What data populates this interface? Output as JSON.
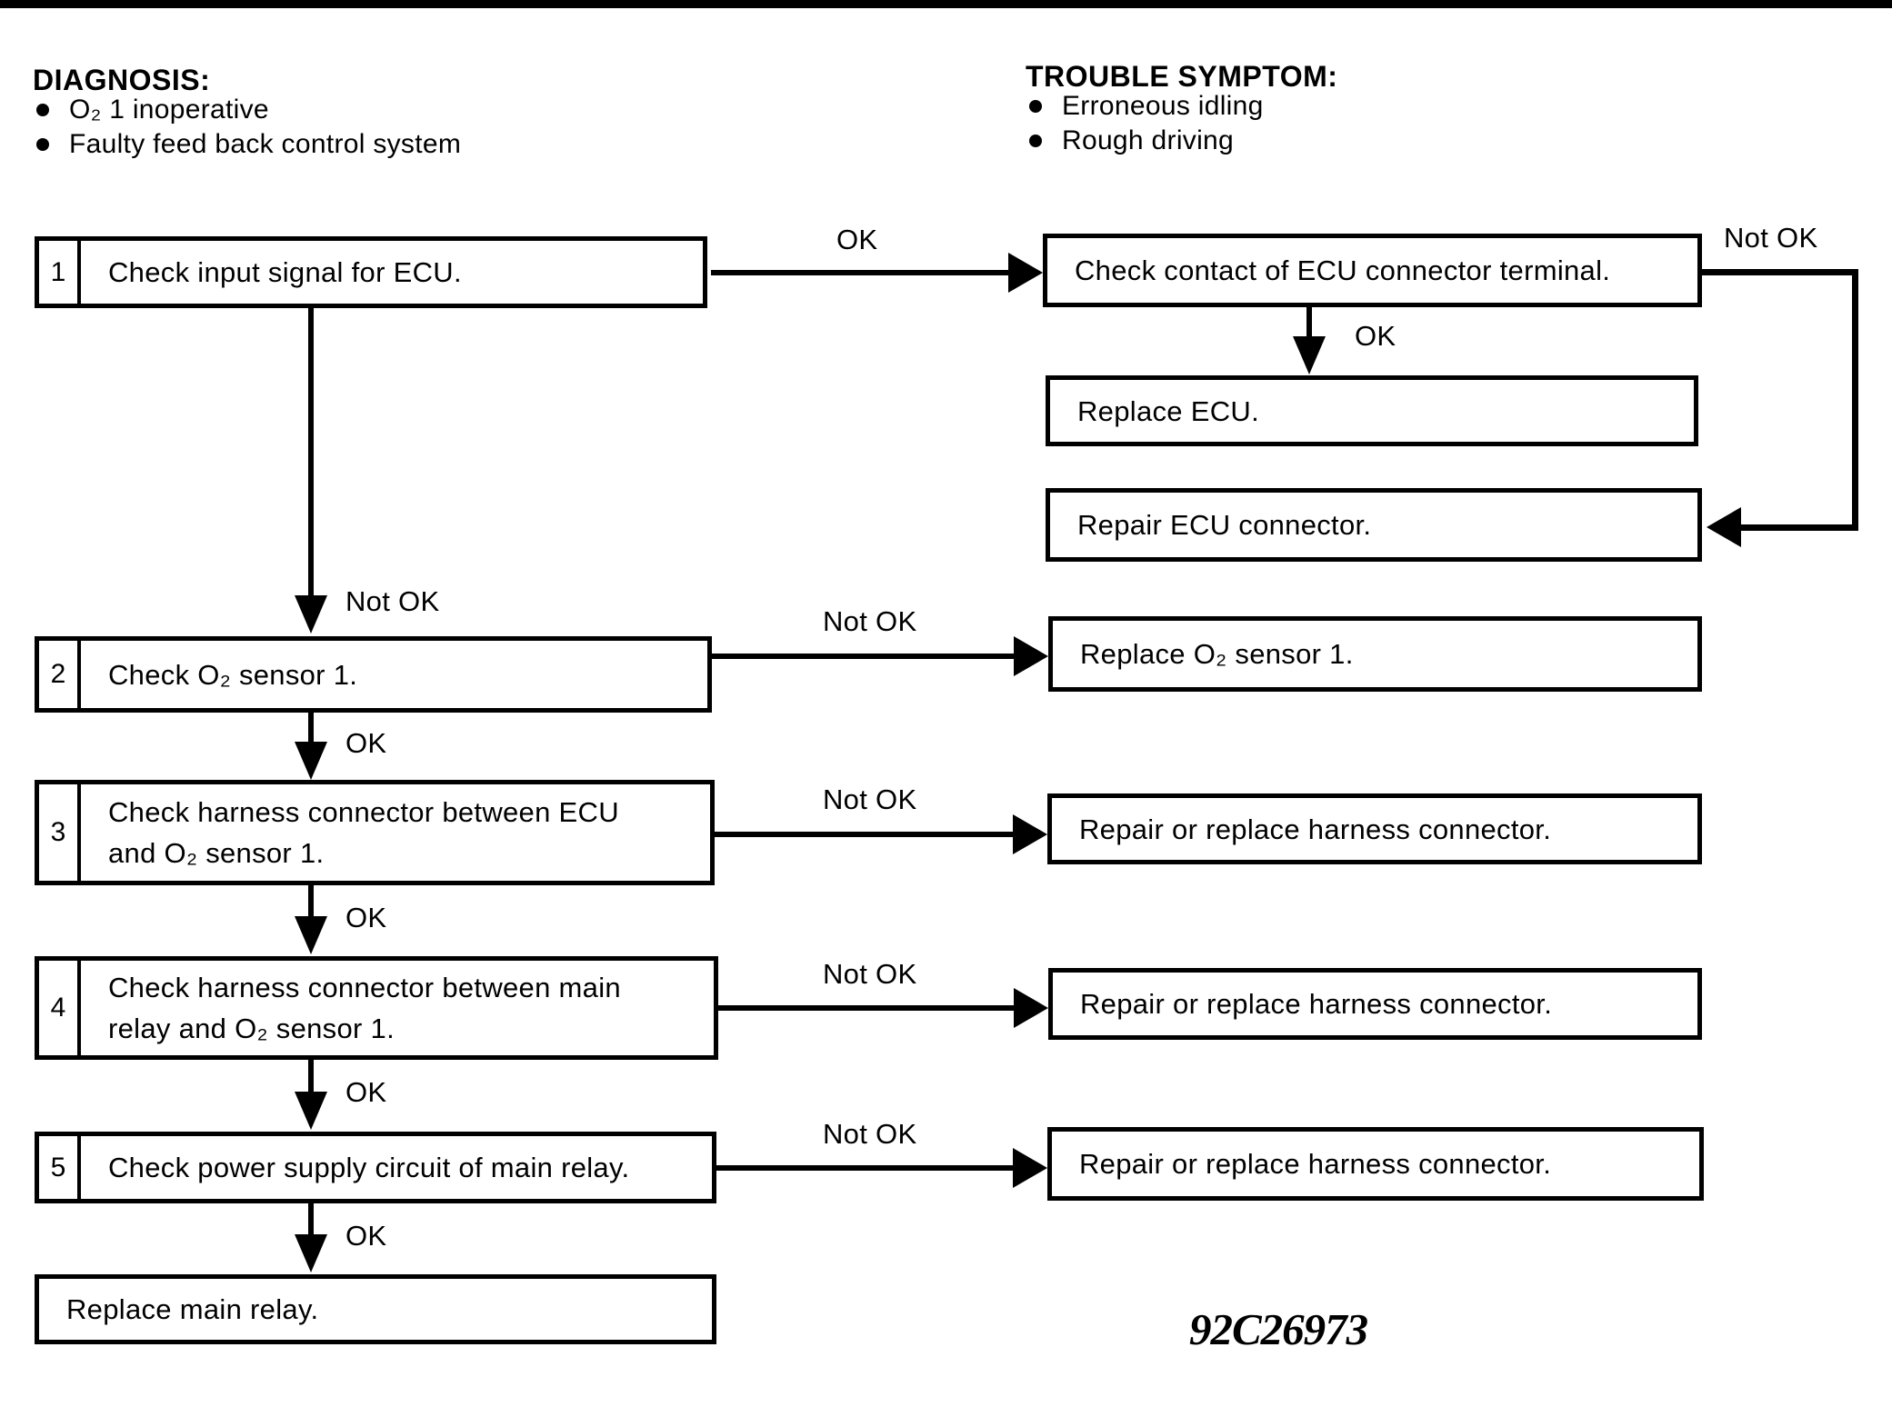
{
  "header": {
    "diagnosis": {
      "title": "DIAGNOSIS:",
      "items": [
        "O₂ 1 inoperative",
        "Faulty feed back control system"
      ]
    },
    "trouble_symptom": {
      "title": "TROUBLE SYMPTOM:",
      "items": [
        "Erroneous idling",
        "Rough driving"
      ]
    }
  },
  "labels": {
    "ok": "OK",
    "not_ok": "Not OK"
  },
  "steps": [
    {
      "num": "1",
      "lines": [
        "Check input signal for ECU."
      ]
    },
    {
      "num": "2",
      "lines": [
        "Check O₂ sensor 1."
      ]
    },
    {
      "num": "3",
      "lines": [
        "Check harness connector between ECU",
        "and O₂ sensor 1."
      ]
    },
    {
      "num": "4",
      "lines": [
        "Check harness connector between main",
        "relay and O₂ sensor 1."
      ]
    },
    {
      "num": "5",
      "lines": [
        "Check power supply circuit of main relay."
      ]
    }
  ],
  "terminal": {
    "label": "Replace main relay."
  },
  "results": [
    {
      "label": "Check contact of ECU connector terminal."
    },
    {
      "label": "Replace ECU."
    },
    {
      "label": "Repair ECU connector."
    },
    {
      "label": "Replace O₂ sensor 1."
    },
    {
      "label": "Repair or replace harness connector."
    },
    {
      "label": "Repair or replace harness connector."
    },
    {
      "label": "Repair or replace harness connector."
    }
  ],
  "figure_code": "92C26973",
  "colors": {
    "ink": "#000000",
    "paper": "#ffffff"
  }
}
